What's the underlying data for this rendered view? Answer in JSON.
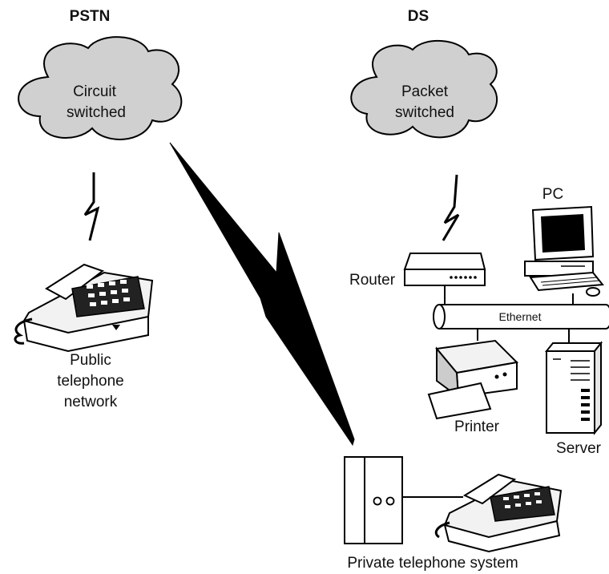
{
  "headers": {
    "left": "PSTN",
    "right": "DS"
  },
  "clouds": {
    "circuit": {
      "line1": "Circuit",
      "line2": "switched"
    },
    "packet": {
      "line1": "Packet",
      "line2": "switched"
    }
  },
  "labels": {
    "pc": "PC",
    "router": "Router",
    "ethernet": "Ethernet",
    "printer": "Printer",
    "server": "Server",
    "public_phone": [
      "Public",
      "telephone",
      "network"
    ],
    "private_system": "Private telephone system"
  },
  "colors": {
    "cloud_fill": "#d0d0d0",
    "ink": "#000000"
  }
}
